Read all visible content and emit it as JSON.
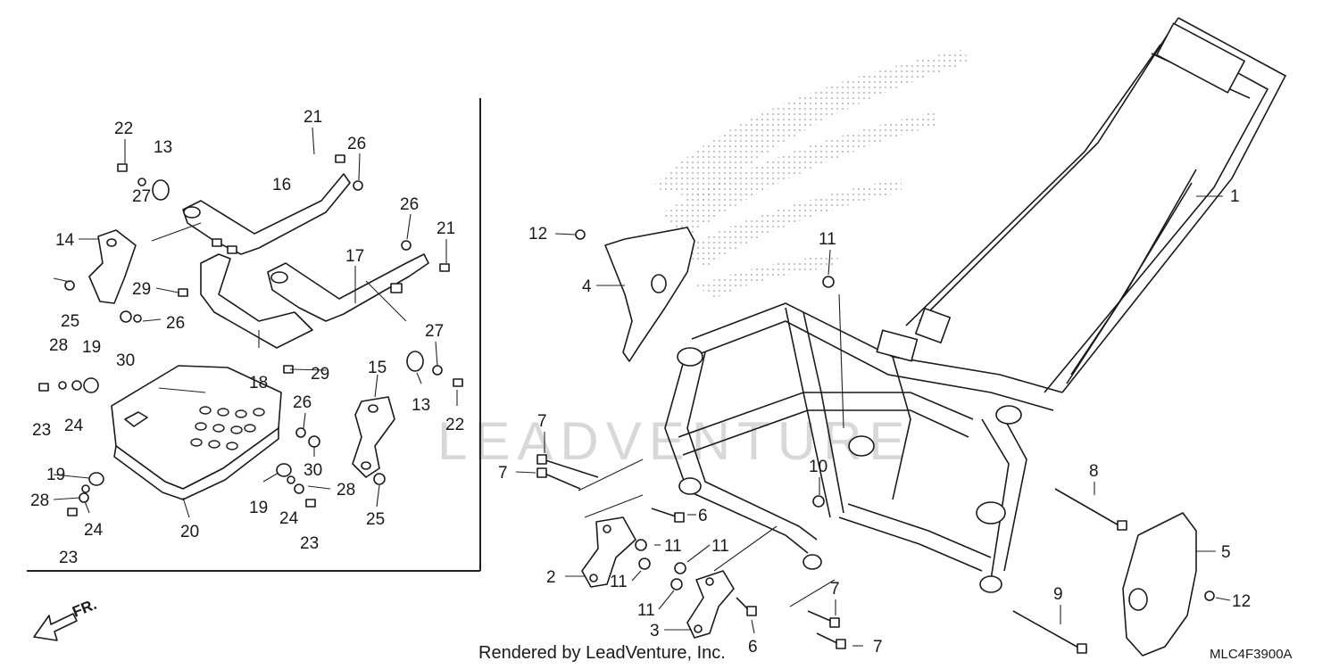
{
  "diagram_code": "MLC4F3900A",
  "footer": "Rendered by LeadVenture, Inc.",
  "watermark": "LEADVENTURE",
  "direction_label": "FR.",
  "callouts": [
    {
      "id": "c1",
      "label": "1"
    },
    {
      "id": "c2",
      "label": "2"
    },
    {
      "id": "c3",
      "label": "3"
    },
    {
      "id": "c4",
      "label": "4"
    },
    {
      "id": "c5",
      "label": "5"
    },
    {
      "id": "c6a",
      "label": "6"
    },
    {
      "id": "c6b",
      "label": "6"
    },
    {
      "id": "c7a",
      "label": "7"
    },
    {
      "id": "c7b",
      "label": "7"
    },
    {
      "id": "c7c",
      "label": "7"
    },
    {
      "id": "c7d",
      "label": "7"
    },
    {
      "id": "c8",
      "label": "8"
    },
    {
      "id": "c9",
      "label": "9"
    },
    {
      "id": "c10",
      "label": "10"
    },
    {
      "id": "c11a",
      "label": "11"
    },
    {
      "id": "c11b",
      "label": "11"
    },
    {
      "id": "c11c",
      "label": "11"
    },
    {
      "id": "c11d",
      "label": "11"
    },
    {
      "id": "c11e",
      "label": "11"
    },
    {
      "id": "c12a",
      "label": "12"
    },
    {
      "id": "c12b",
      "label": "12"
    },
    {
      "id": "c13a",
      "label": "13"
    },
    {
      "id": "c13b",
      "label": "13"
    },
    {
      "id": "c14",
      "label": "14"
    },
    {
      "id": "c15",
      "label": "15"
    },
    {
      "id": "c16",
      "label": "16"
    },
    {
      "id": "c17",
      "label": "17"
    },
    {
      "id": "c18",
      "label": "18"
    },
    {
      "id": "c19a",
      "label": "19"
    },
    {
      "id": "c19b",
      "label": "19"
    },
    {
      "id": "c19c",
      "label": "19"
    },
    {
      "id": "c20",
      "label": "20"
    },
    {
      "id": "c21a",
      "label": "21"
    },
    {
      "id": "c21b",
      "label": "21"
    },
    {
      "id": "c22a",
      "label": "22"
    },
    {
      "id": "c22b",
      "label": "22"
    },
    {
      "id": "c23a",
      "label": "23"
    },
    {
      "id": "c23b",
      "label": "23"
    },
    {
      "id": "c23c",
      "label": "23"
    },
    {
      "id": "c24a",
      "label": "24"
    },
    {
      "id": "c24b",
      "label": "24"
    },
    {
      "id": "c24c",
      "label": "24"
    },
    {
      "id": "c25a",
      "label": "25"
    },
    {
      "id": "c25b",
      "label": "25"
    },
    {
      "id": "c26a",
      "label": "26"
    },
    {
      "id": "c26b",
      "label": "26"
    },
    {
      "id": "c26c",
      "label": "26"
    },
    {
      "id": "c26d",
      "label": "26"
    },
    {
      "id": "c27a",
      "label": "27"
    },
    {
      "id": "c27b",
      "label": "27"
    },
    {
      "id": "c28a",
      "label": "28"
    },
    {
      "id": "c28b",
      "label": "28"
    },
    {
      "id": "c28c",
      "label": "28"
    },
    {
      "id": "c29a",
      "label": "29"
    },
    {
      "id": "c29b",
      "label": "29"
    },
    {
      "id": "c30a",
      "label": "30"
    },
    {
      "id": "c30b",
      "label": "30"
    }
  ]
}
